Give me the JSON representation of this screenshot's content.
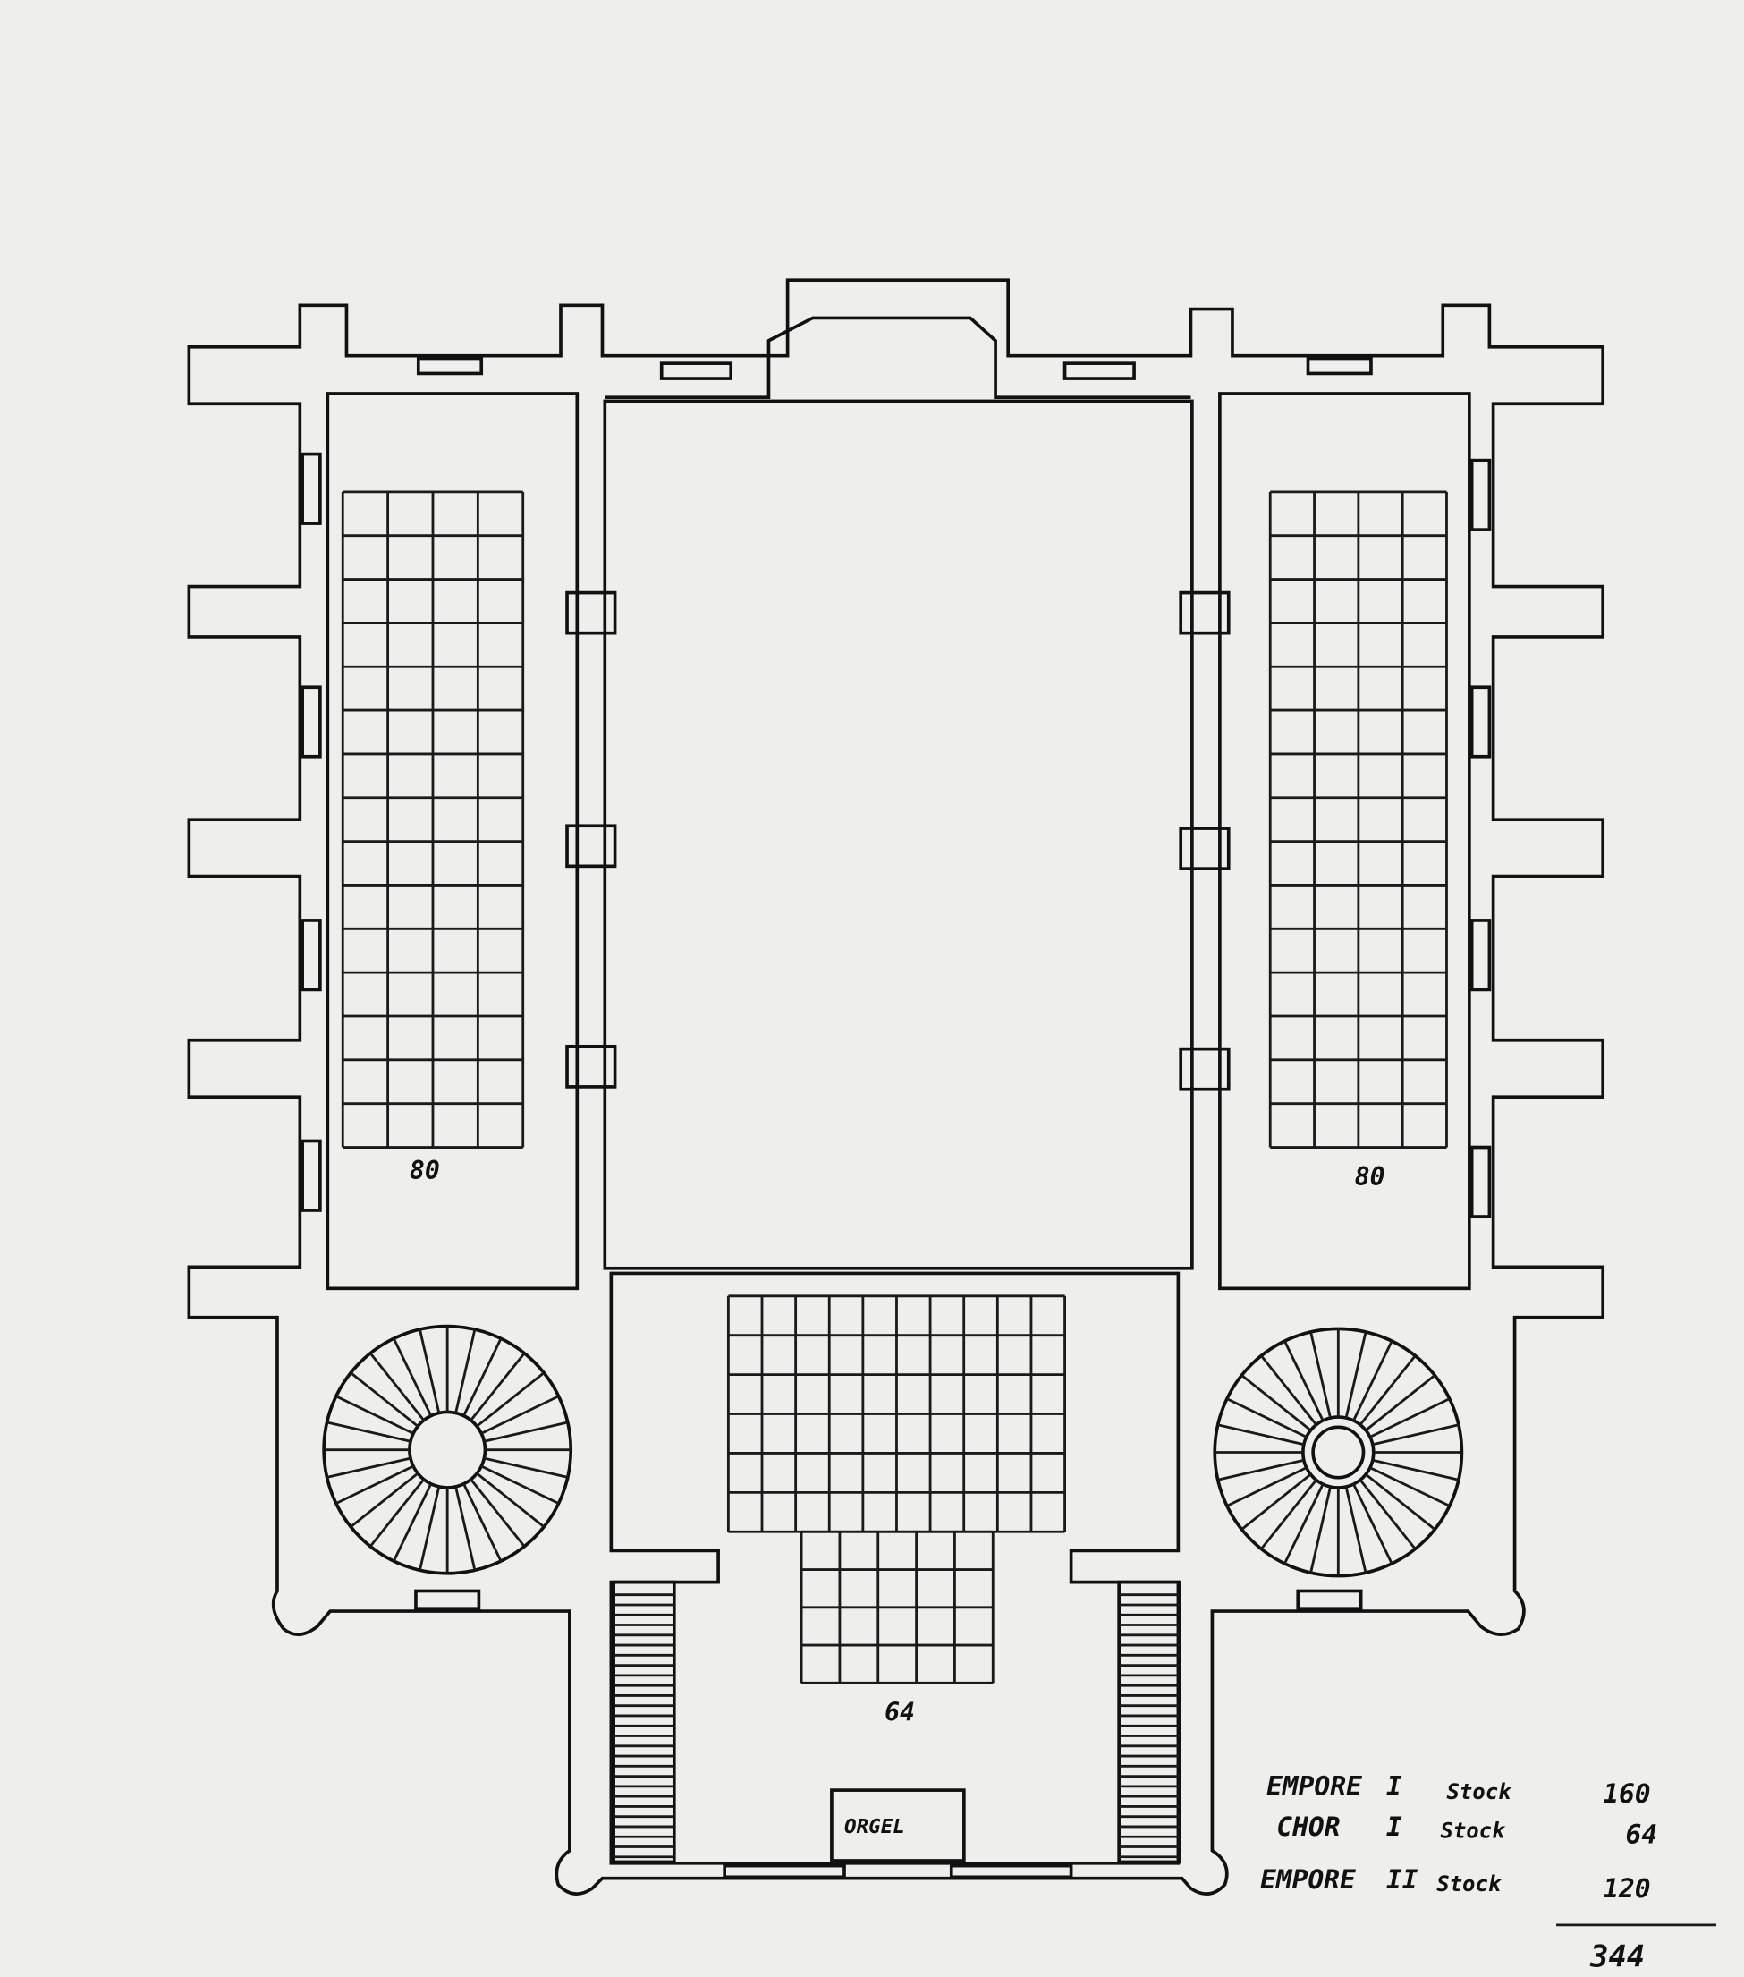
{
  "plan": {
    "labels": {
      "left_gallery_seats": "80",
      "right_gallery_seats": "80",
      "choir_seats": "64",
      "organ": "ORGEL"
    },
    "tally": {
      "rows": [
        {
          "name": "EMPORE",
          "level": "I",
          "floor": "Stock",
          "count": "160"
        },
        {
          "name": "CHOR",
          "level": "I",
          "floor": "Stock",
          "count": "64"
        },
        {
          "name": "EMPORE",
          "level": "II",
          "floor": "Stock",
          "count": "120"
        }
      ],
      "total": "344"
    },
    "grids": [
      {
        "id": "left-gallery-grid",
        "cols": 4,
        "rows": 15
      },
      {
        "id": "right-gallery-grid",
        "cols": 4,
        "rows": 15
      },
      {
        "id": "choir-upper-grid",
        "cols": 10,
        "rows": 6
      },
      {
        "id": "choir-lower-grid",
        "cols": 5,
        "rows": 4
      }
    ]
  }
}
